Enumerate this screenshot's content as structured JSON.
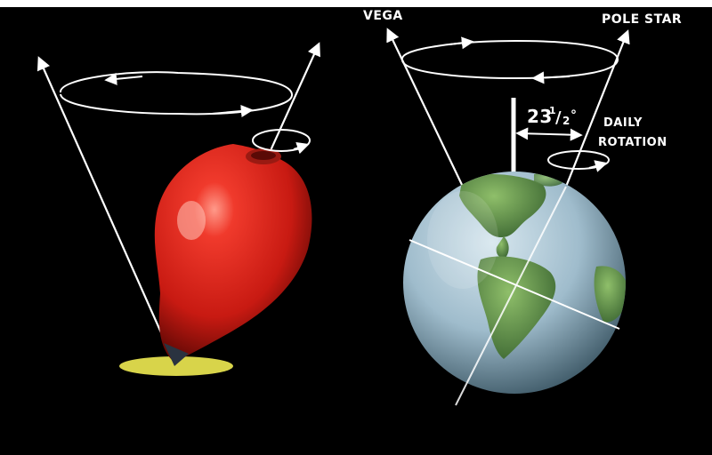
{
  "labels": {
    "vega": "VEGA",
    "pole_star": "POLE STAR",
    "tilt_whole": "23",
    "tilt_num": "1",
    "tilt_slash": "/",
    "tilt_den": "2",
    "tilt_deg": "°",
    "daily": "DAILY",
    "rotation": "ROTATION"
  },
  "colors": {
    "background": "#000000",
    "top_red": "#e0281e",
    "top_tip": "#2a3340",
    "shadow": "#d8d44a",
    "ocean": "#a9c6d6",
    "land": "#5f8f4c",
    "lines": "#ffffff"
  }
}
